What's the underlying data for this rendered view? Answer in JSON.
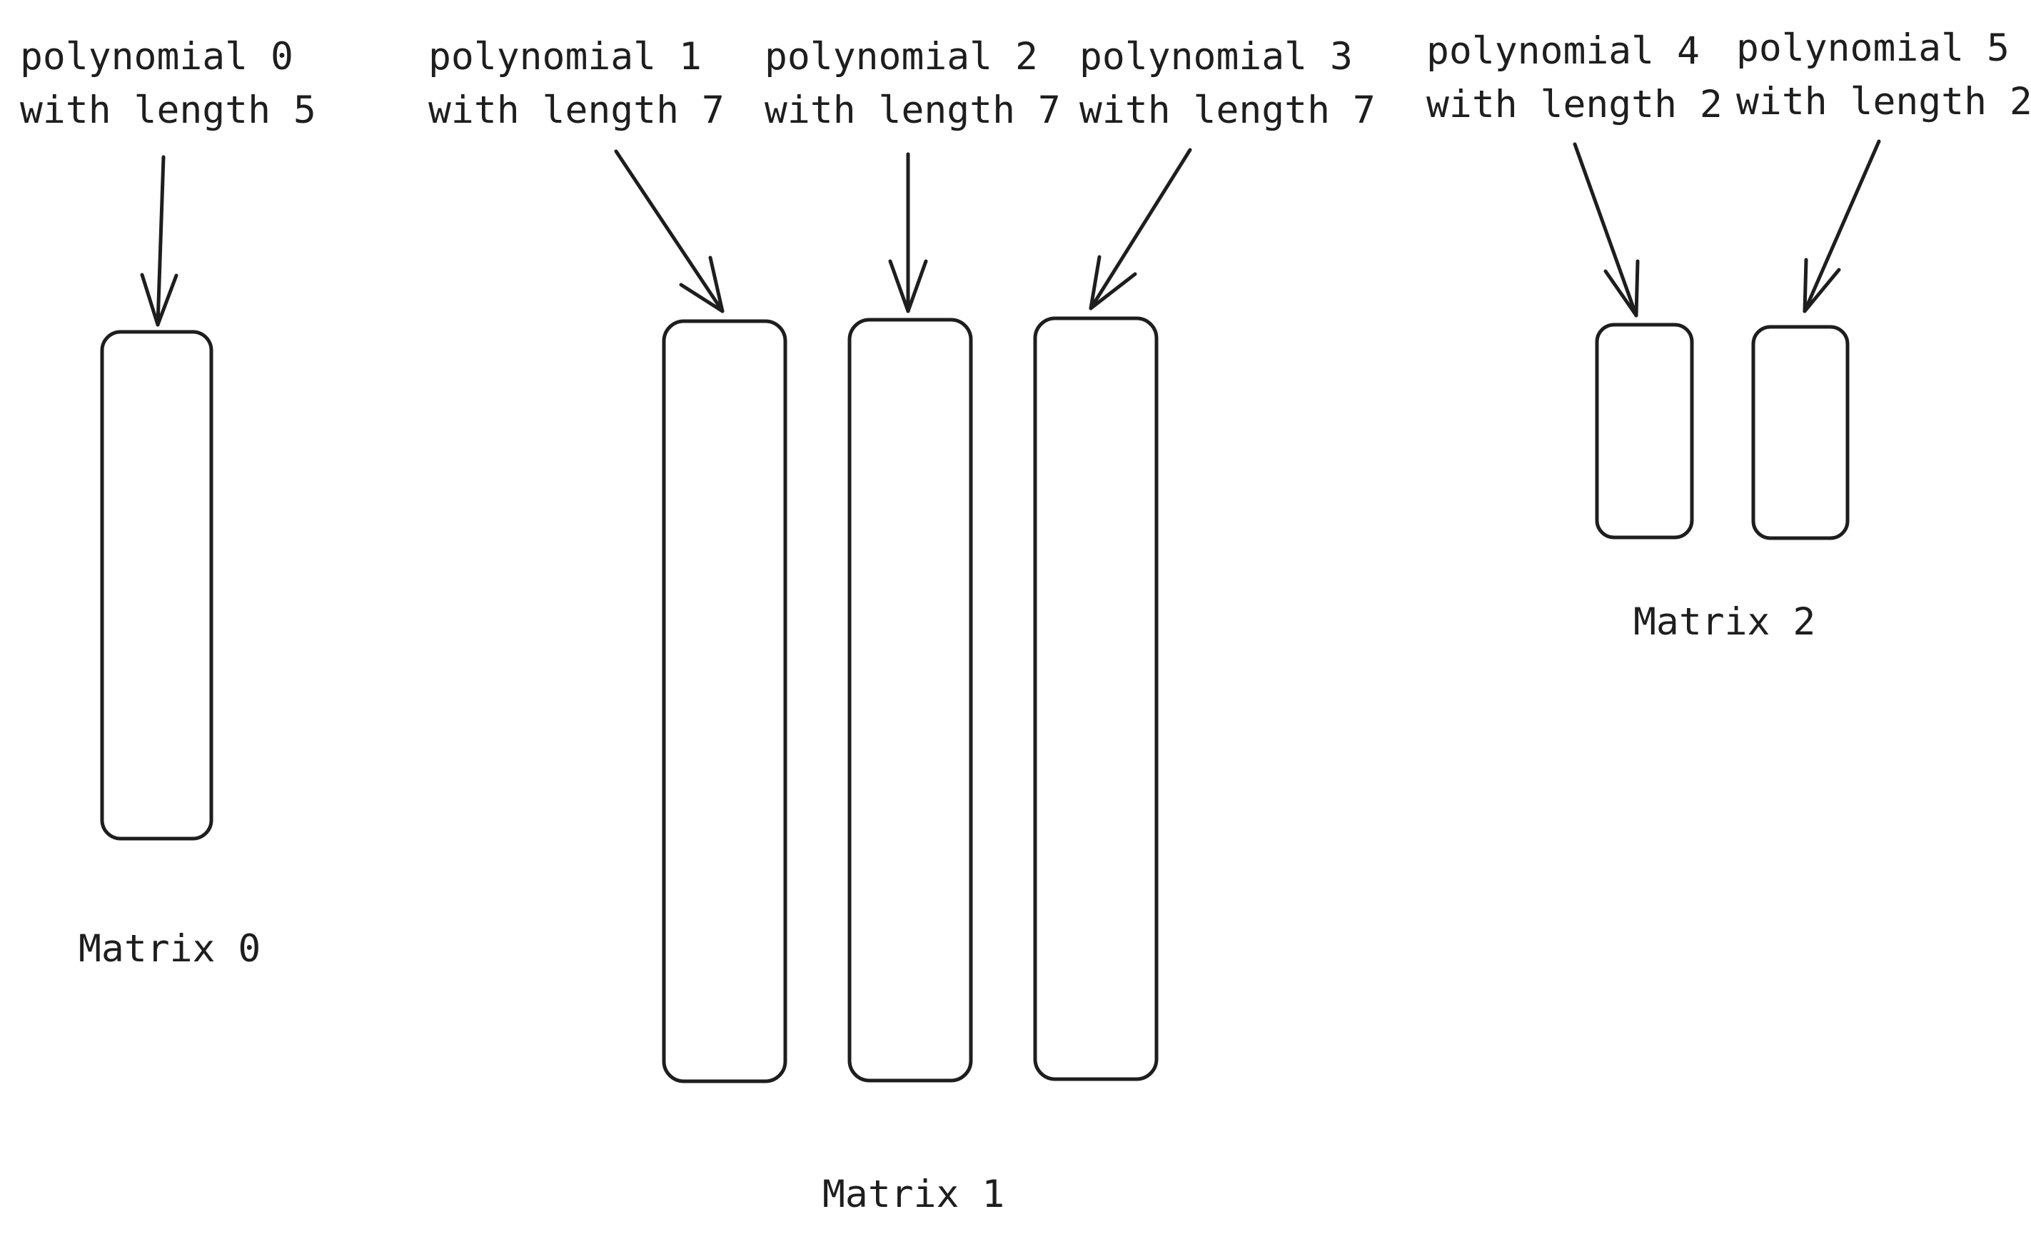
{
  "polynomials": [
    {
      "line1": "polynomial 0",
      "line2": "with length 5"
    },
    {
      "line1": "polynomial 1",
      "line2": "with length 7"
    },
    {
      "line1": "polynomial 2",
      "line2": "with length 7"
    },
    {
      "line1": "polynomial 3",
      "line2": "with length 7"
    },
    {
      "line1": "polynomial 4",
      "line2": "with length 2"
    },
    {
      "line1": "polynomial 5",
      "line2": "with length 2"
    }
  ],
  "matrices": [
    {
      "label": "Matrix 0"
    },
    {
      "label": "Matrix 1"
    },
    {
      "label": "Matrix 2"
    }
  ],
  "colors": {
    "stroke": "#1e1e1e",
    "background": "#ffffff"
  }
}
